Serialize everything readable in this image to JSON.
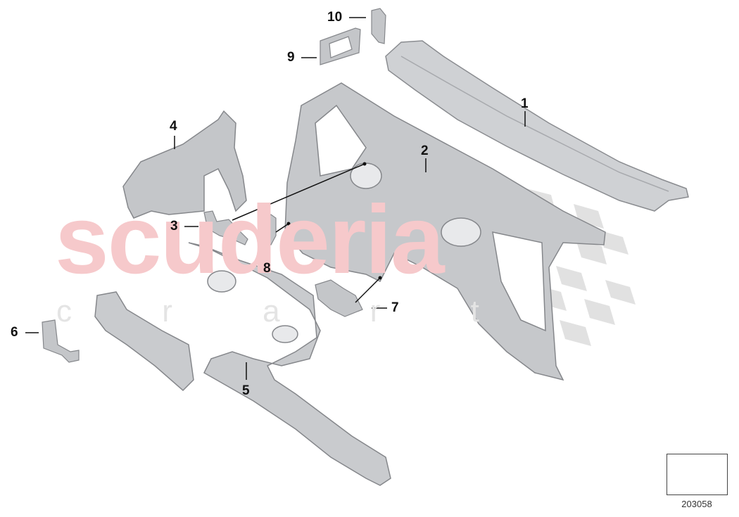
{
  "diagram": {
    "type": "exploded-parts-diagram",
    "watermark": {
      "main": "scuderia",
      "sub": "c r a r t"
    },
    "callouts": [
      {
        "id": "1",
        "label": "1"
      },
      {
        "id": "2",
        "label": "2"
      },
      {
        "id": "3",
        "label": "3"
      },
      {
        "id": "4",
        "label": "4"
      },
      {
        "id": "5",
        "label": "5"
      },
      {
        "id": "6",
        "label": "6"
      },
      {
        "id": "7",
        "label": "7"
      },
      {
        "id": "8",
        "label": "8"
      },
      {
        "id": "9",
        "label": "9"
      },
      {
        "id": "10",
        "label": "10"
      }
    ],
    "reference_number": "203058",
    "colors": {
      "part_fill": "#c9cbce",
      "part_stroke": "#8a8c90",
      "watermark": "#f6c9cb",
      "checker": "#dcdcdc"
    }
  }
}
